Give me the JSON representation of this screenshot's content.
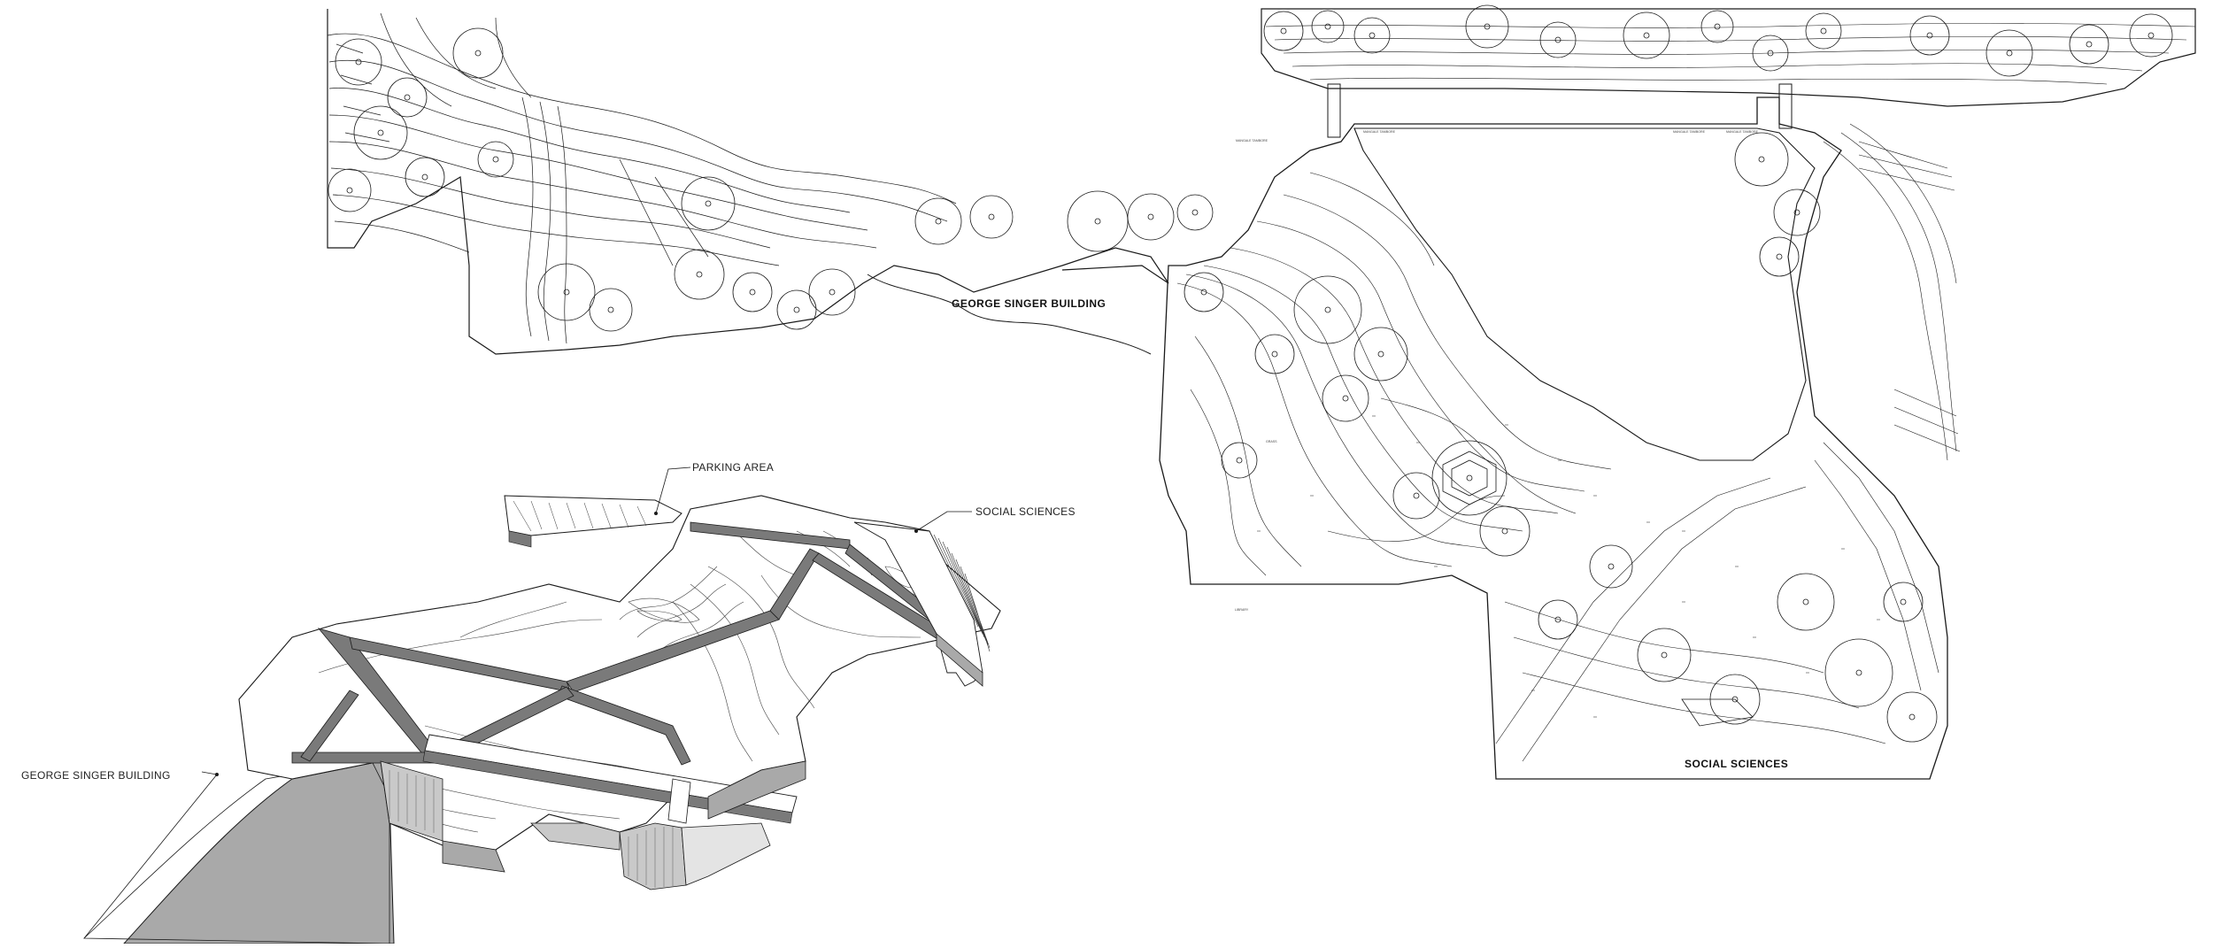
{
  "site_plan": {
    "labels": {
      "george_singer": "GEORGE SINGER BUILDING",
      "social_sciences": "SOCIAL SCIENCES",
      "library": "LIBRARY",
      "road_labels": [
        "MANGALE TAMBORE",
        "MANGALE TAMBORE",
        "MANGALE TAMBORE",
        "MANGALE TAMBORE"
      ],
      "surface_note": "GRASS"
    }
  },
  "isometric_view": {
    "callouts": {
      "parking": "PARKING AREA",
      "social_sciences": "SOCIAL SCIENCES",
      "george_singer": "GEORGE SINGER BUILDING"
    }
  },
  "colors": {
    "ink": "#1a1a1a",
    "linework": "#333333",
    "building_fill": "#a9a9a9",
    "path_fill": "#7a7a7a"
  }
}
